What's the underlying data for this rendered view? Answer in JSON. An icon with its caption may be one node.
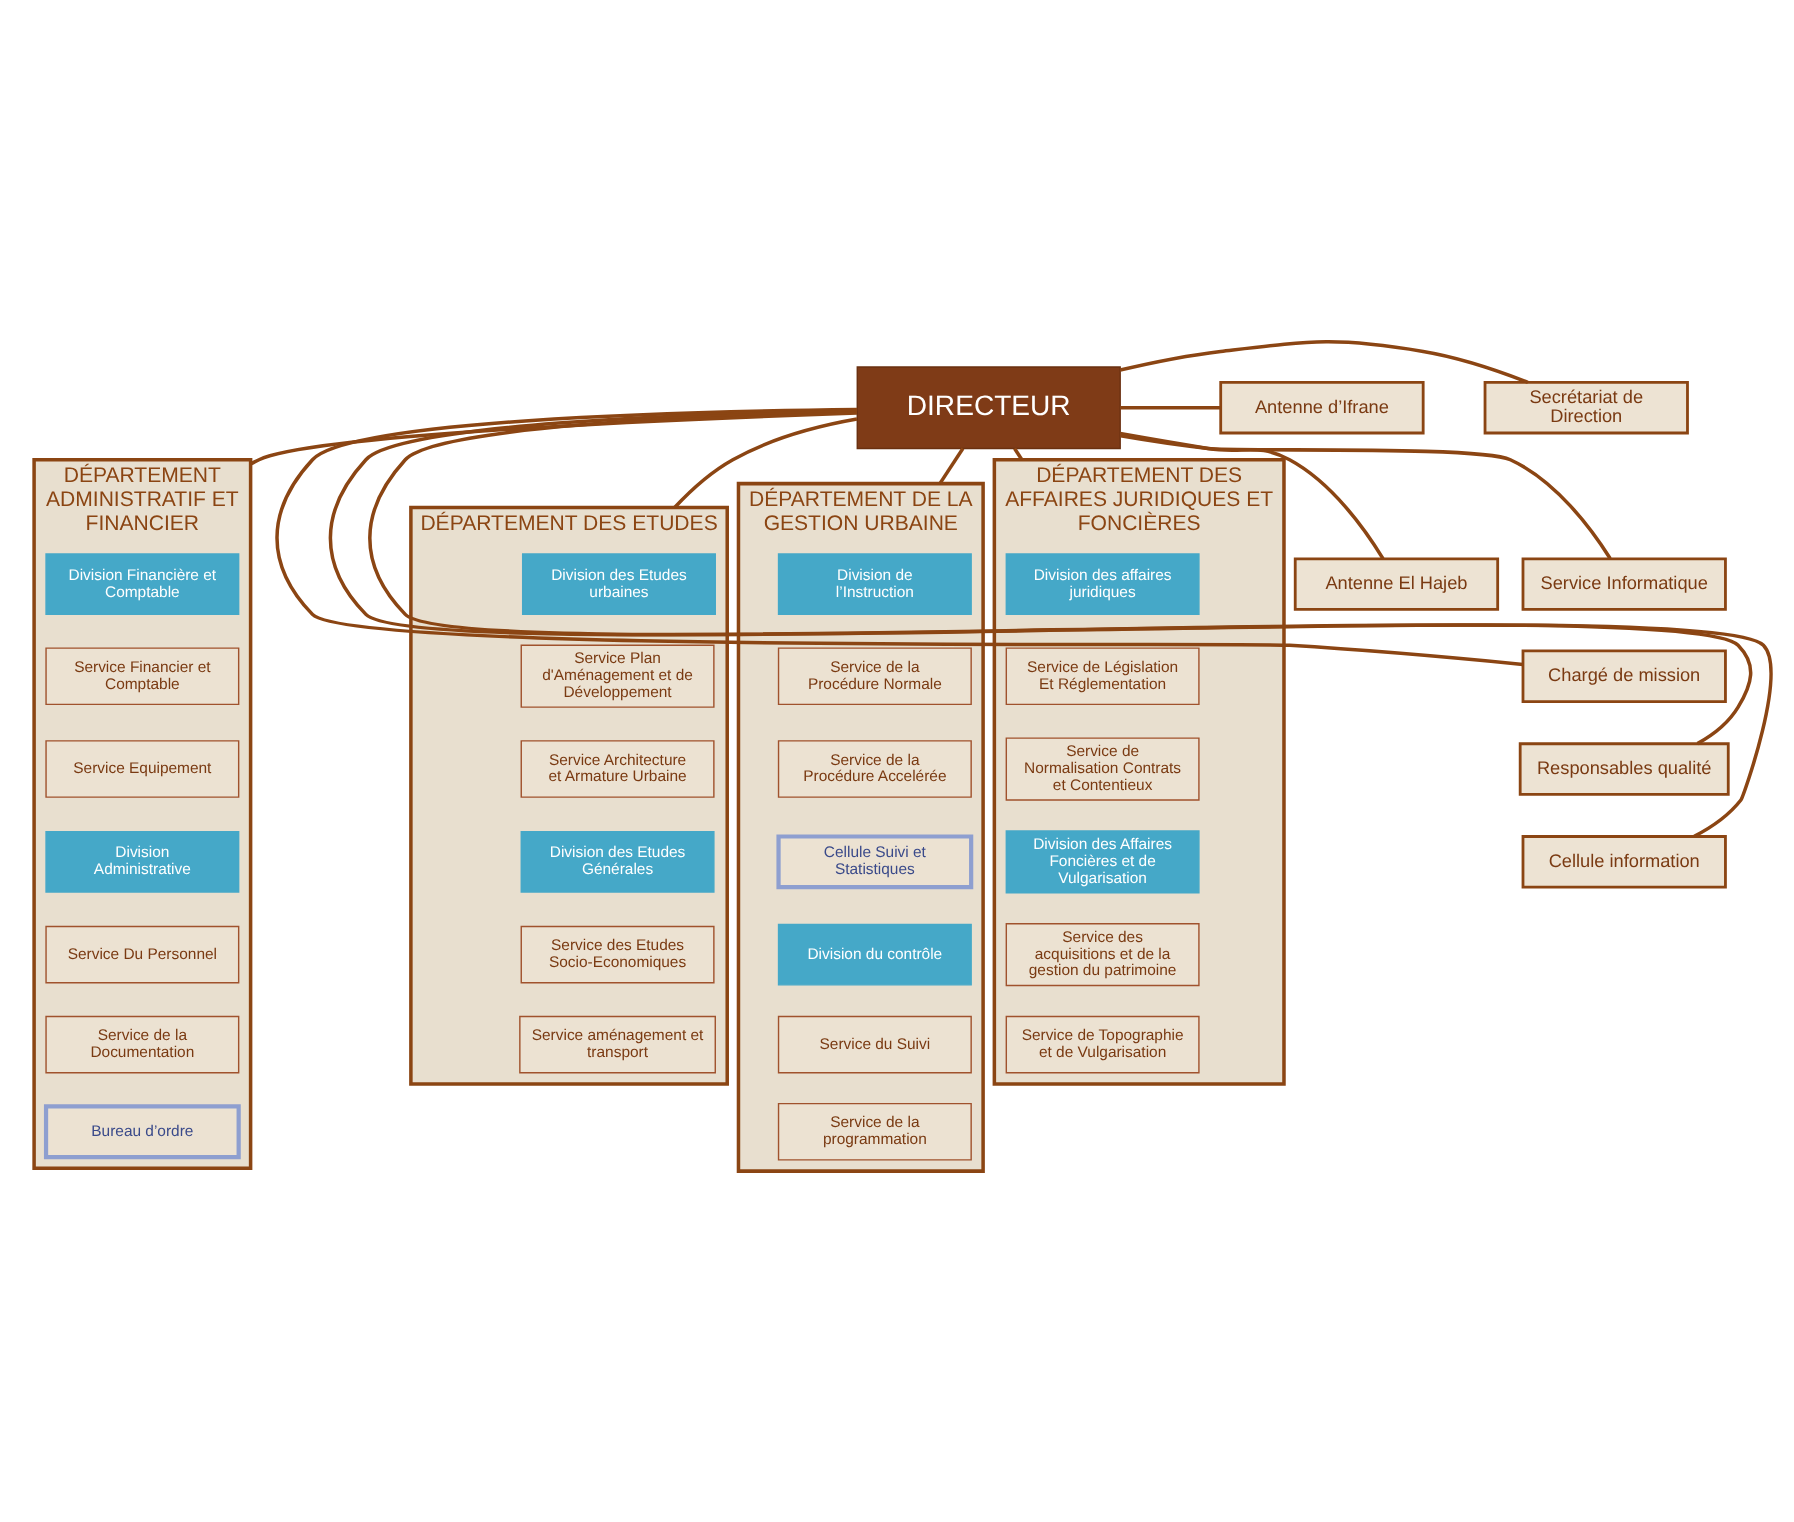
{
  "diagram": {
    "nodes": [
      {
        "text": [
          "DIRECTEUR"
        ]
      },
      {
        "text": [
          "Secrétariat de Direction"
        ]
      },
      {
        "text": [
          "Service Informatique"
        ]
      },
      {
        "text": [
          "Chargé de mission"
        ]
      },
      {
        "text": [
          "Responsables qualité"
        ]
      },
      {
        "text": [
          "Cellule information"
        ]
      },
      {
        "text": [
          "Antenne d’Ifrane"
        ]
      },
      {
        "text": [
          "Antenne El Hajeb"
        ]
      },
      {
        "text": [
          "DÉPARTEMENT DES ETUDES"
        ]
      },
      {
        "text": [
          "Division des Etudes urbaines"
        ],
        "in": 8
      },
      {
        "text": [
          "Service Plan d'Aménagement et de Développement"
        ],
        "in": 8
      },
      {
        "text": [
          "Service Architecture et Armature Urbaine"
        ],
        "in": 8
      },
      {
        "text": [
          "Division des Etudes Générales"
        ],
        "in": 8
      },
      {
        "text": [
          "Service des Etudes Socio-Economiques"
        ],
        "in": 8
      },
      {
        "text": [
          "Service aménagement et transport"
        ],
        "in": 8
      },
      {
        "text": [
          "DÉPARTEMENT DE LA GESTION URBAINE"
        ]
      },
      {
        "text": [
          "Division de l’Instruction"
        ],
        "in": 15
      },
      {
        "text": [
          "Service de la Procédure Normale"
        ],
        "in": 15
      },
      {
        "text": [
          "Service de la Procédure Accelérée"
        ],
        "in": 15
      },
      {
        "text": [
          "Cellule Suivi et Statistiques"
        ],
        "in": 15
      },
      {
        "text": [
          "Division du contrôle"
        ],
        "in": 15
      },
      {
        "text": [
          "Service du Suivi"
        ],
        "in": 15
      },
      {
        "text": [
          "Service de la programmation"
        ],
        "in": 15
      },
      {
        "text": [
          "DÉPARTEMENT DES AFFAIRES JURIDIQUES ET FONCIÈRES"
        ]
      },
      {
        "text": [
          "Division des affaires juridiques"
        ],
        "in": 23
      },
      {
        "text": [
          "Service de Législation Et Réglementation"
        ],
        "in": 23
      },
      {
        "text": [
          "Service de Normalisation Contrats et Contentieux"
        ],
        "in": 23
      },
      {
        "text": [
          "Division des Affaires Foncières et de Vulgarisation"
        ],
        "in": 23
      },
      {
        "text": [
          "Service des acquisitions et de la gestion du patrimoine"
        ],
        "in": 23
      },
      {
        "text": [
          "Service de Topographie et de Vulgarisation"
        ],
        "in": 23
      },
      {
        "text": [
          "DÉPARTEMENT ADMINISTRATIF ET FINANCIER"
        ]
      },
      {
        "text": [
          "Division Financière et Comptable"
        ],
        "in": 30
      },
      {
        "text": [
          "Service Financier et Comptable"
        ],
        "in": 30
      },
      {
        "text": [
          "Service Equipement"
        ],
        "in": 30
      },
      {
        "text": [
          "Division Administrative"
        ],
        "in": 30
      },
      {
        "text": [
          "Service Du Personnel"
        ],
        "in": 30
      },
      {
        "text": [
          "Service de la Documentation"
        ],
        "in": 30
      },
      {
        "text": [
          "Bureau d’ordre"
        ],
        "in": 30
      }
    ],
    "edges": [
      {
        "from": 0,
        "to": 1,
        "arrow": "none"
      },
      {
        "from": 0,
        "to": 2,
        "arrow": "none"
      },
      {
        "from": 0,
        "to": 3,
        "arrow": "none"
      },
      {
        "from": 0,
        "to": 4,
        "arrow": "none"
      },
      {
        "from": 0,
        "to": 5,
        "arrow": "none"
      },
      {
        "from": 0,
        "to": 6,
        "arrow": "none"
      },
      {
        "from": 0,
        "to": 7,
        "arrow": "none"
      },
      {
        "from": 0,
        "to": 8,
        "arrow": "none"
      },
      {
        "from": 0,
        "to": 15,
        "arrow": "none"
      },
      {
        "from": 0,
        "to": 23,
        "arrow": "none"
      },
      {
        "from": 0,
        "to": 30,
        "arrow": "none"
      }
    ]
  }
}
